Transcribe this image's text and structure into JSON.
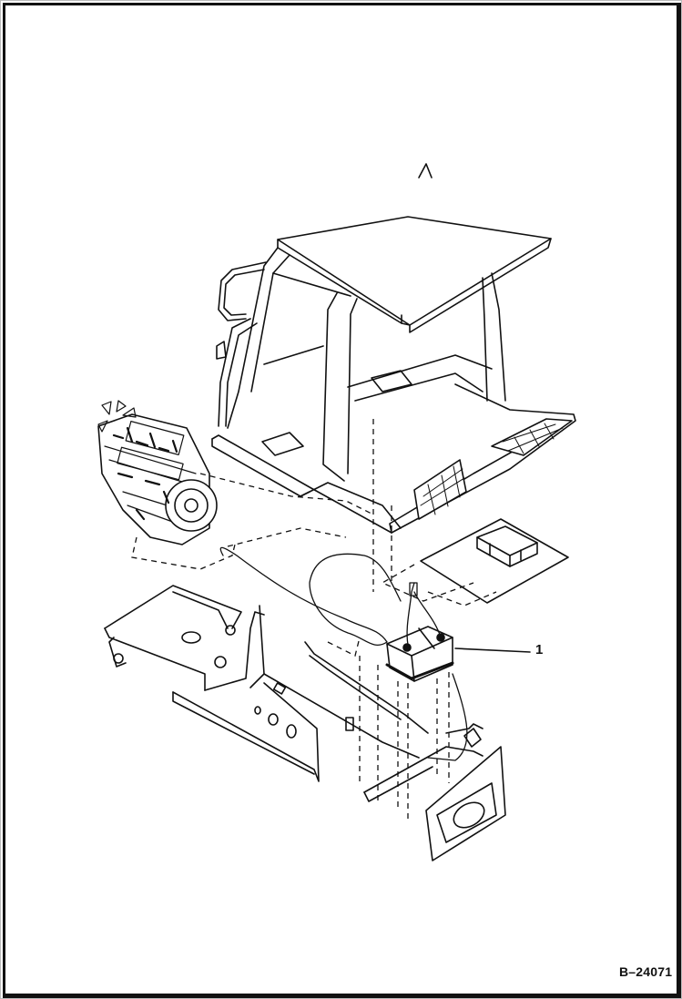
{
  "diagram": {
    "type": "exploded parts illustration",
    "components": [
      {
        "name": "cab (operator canopy / ROPS)"
      },
      {
        "name": "engine"
      },
      {
        "name": "floor plate"
      },
      {
        "name": "battery",
        "callout": "1"
      },
      {
        "name": "main frame"
      },
      {
        "name": "battery cable"
      }
    ],
    "callouts": [
      {
        "label": "1",
        "target": "battery"
      }
    ],
    "figure_id": "B–24071"
  }
}
